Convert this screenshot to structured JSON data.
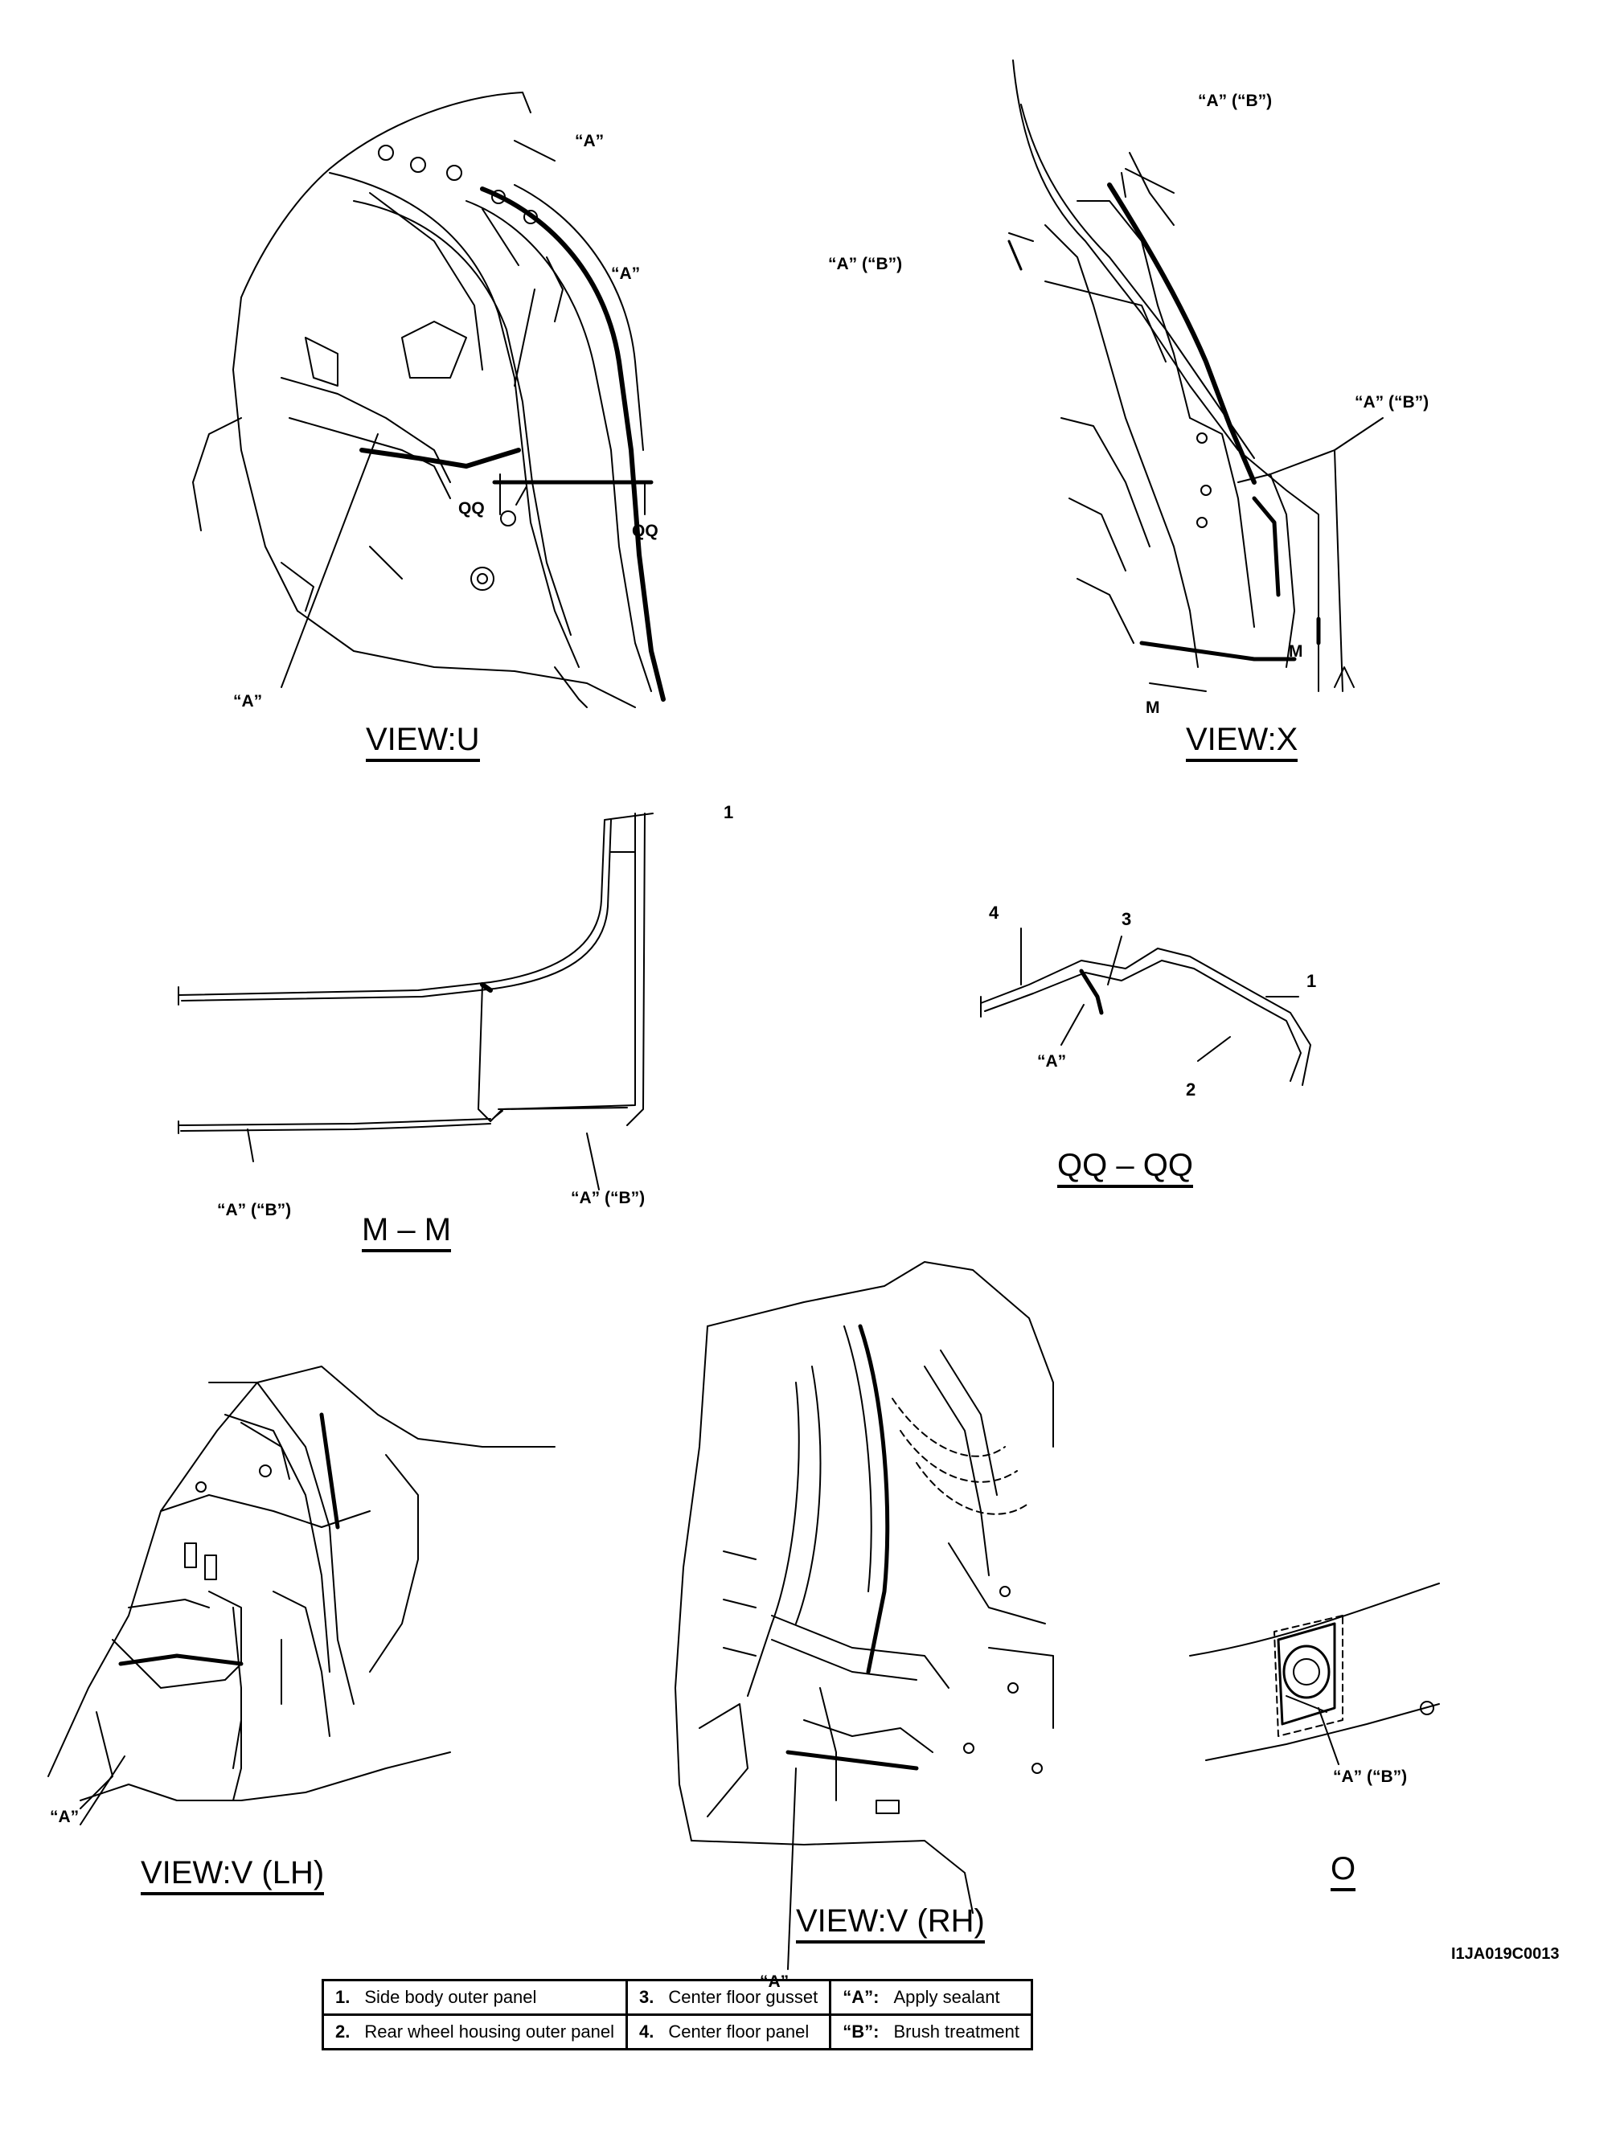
{
  "views": {
    "u": {
      "title": "VIEW:U",
      "labels": [
        "“A”",
        "“A”",
        "“A”"
      ],
      "section": [
        "QQ",
        "QQ"
      ]
    },
    "x": {
      "title": "VIEW:X",
      "labels": [
        "“A” (“B”)",
        "“A” (“B”)",
        "“A” (“B”)"
      ],
      "section": [
        "M",
        "M"
      ]
    },
    "mm": {
      "title": "M – M",
      "labels": [
        "“A” (“B”)",
        "“A” (“B”)"
      ],
      "part_no": "1"
    },
    "qq": {
      "title": "QQ – QQ",
      "label": "“A”",
      "part_nos": [
        "4",
        "3",
        "1",
        "2"
      ]
    },
    "v_lh": {
      "title": "VIEW:V (LH)",
      "label": "“A”"
    },
    "v_rh": {
      "title": "VIEW:V (RH)",
      "label": "“A”"
    },
    "o": {
      "title": "O",
      "label": "“A” (“B”)"
    }
  },
  "figure_code": "I1JA019C0013",
  "legend": {
    "rows": [
      [
        {
          "k": "1.",
          "v": "Side body outer panel"
        },
        {
          "k": "3.",
          "v": "Center floor gusset"
        },
        {
          "k": "“A”:",
          "v": "Apply sealant"
        }
      ],
      [
        {
          "k": "2.",
          "v": "Rear wheel housing outer panel"
        },
        {
          "k": "4.",
          "v": "Center floor panel"
        },
        {
          "k": "“B”:",
          "v": "Brush treatment"
        }
      ]
    ]
  }
}
